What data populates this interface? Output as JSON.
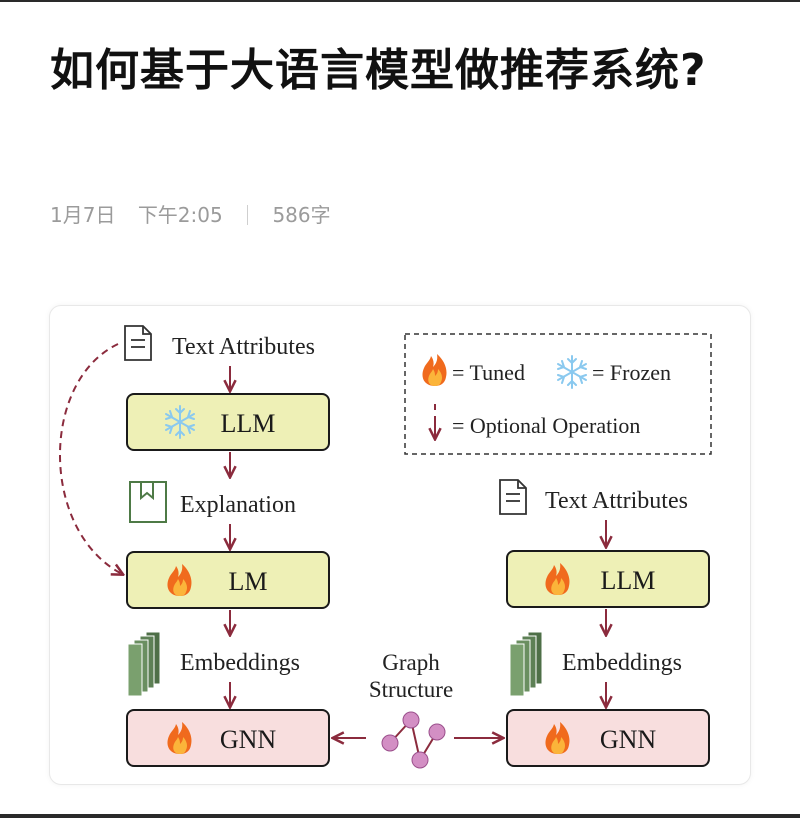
{
  "article": {
    "title": "如何基于大语言模型做推荐系统?",
    "date": "1月7日",
    "time": "下午2:05",
    "word_count": "586字"
  },
  "diagram": {
    "colors": {
      "arrow": "#8b2b3d",
      "llm_fill": "#eef0b6",
      "gnn_fill": "#f8dede",
      "flame": "#f06a1d",
      "snowflake": "#8ac9ef"
    },
    "left_pipeline": {
      "text_attributes": "Text Attributes",
      "llm": "LLM",
      "explanation": "Explanation",
      "lm": "LM",
      "embeddings": "Embeddings",
      "gnn": "GNN"
    },
    "right_pipeline": {
      "text_attributes": "Text Attributes",
      "llm": "LLM",
      "embeddings": "Embeddings",
      "gnn": "GNN"
    },
    "graph_structure": {
      "line1": "Graph",
      "line2": "Structure"
    },
    "legend": {
      "tuned": "= Tuned",
      "frozen": "= Frozen",
      "optional": "= Optional Operation"
    }
  }
}
